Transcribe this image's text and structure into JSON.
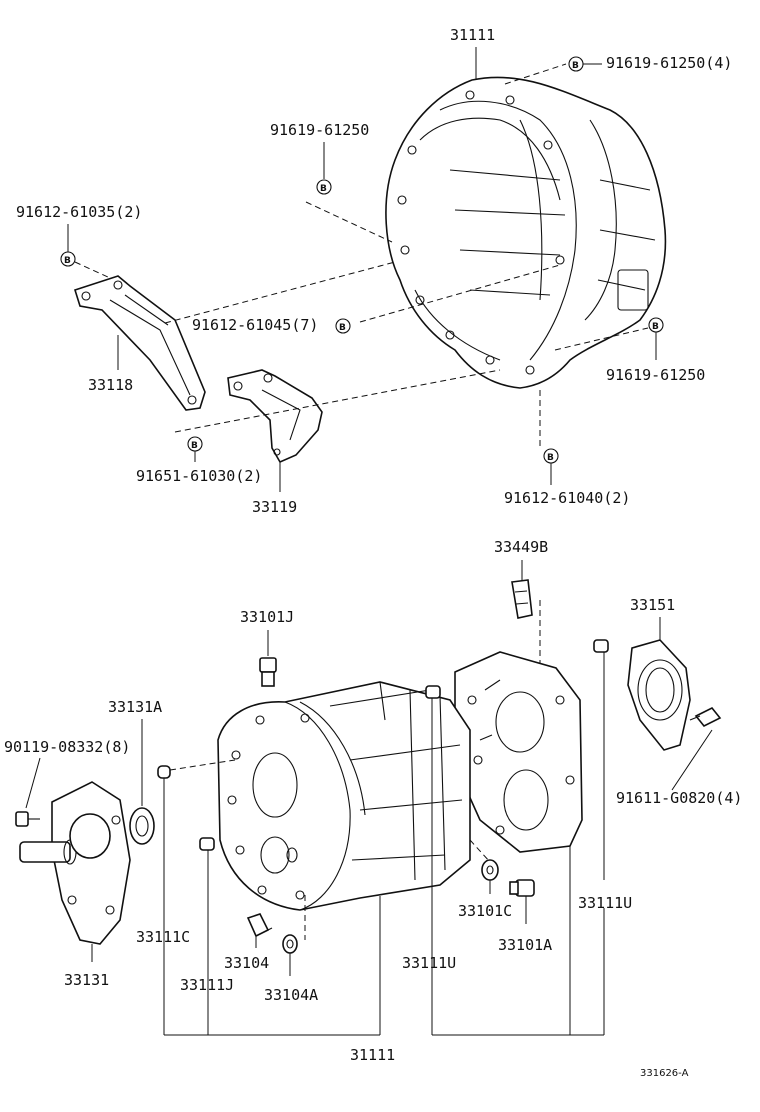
{
  "labels": {
    "p31111_top": "31111",
    "b_31111_4": "91619-61250(4)",
    "b_61250_a": "91619-61250",
    "b_61035": "91612-61035(2)",
    "b_61045": "91612-61045(7)",
    "p33118": "33118",
    "b_61250_b": "91619-61250",
    "b_61030": "91651-61030(2)",
    "p33119": "33119",
    "b_61040": "91612-61040(2)",
    "p33449B": "33449B",
    "p33151": "33151",
    "p33101J": "33101J",
    "p33131A": "33131A",
    "b_08332": "90119-08332(8)",
    "b_G0820": "91611-G0820(4)",
    "p33111U_r": "33111U",
    "p33101C": "33101C",
    "p33111C": "33111C",
    "p33104": "33104",
    "p33111U_m": "33111U",
    "p33101A": "33101A",
    "p33131": "33131",
    "p33111J": "33111J",
    "p33104A": "33104A",
    "p31111_bottom": "31111",
    "drawing_no": "331626-A"
  },
  "bolt_marker": "B"
}
